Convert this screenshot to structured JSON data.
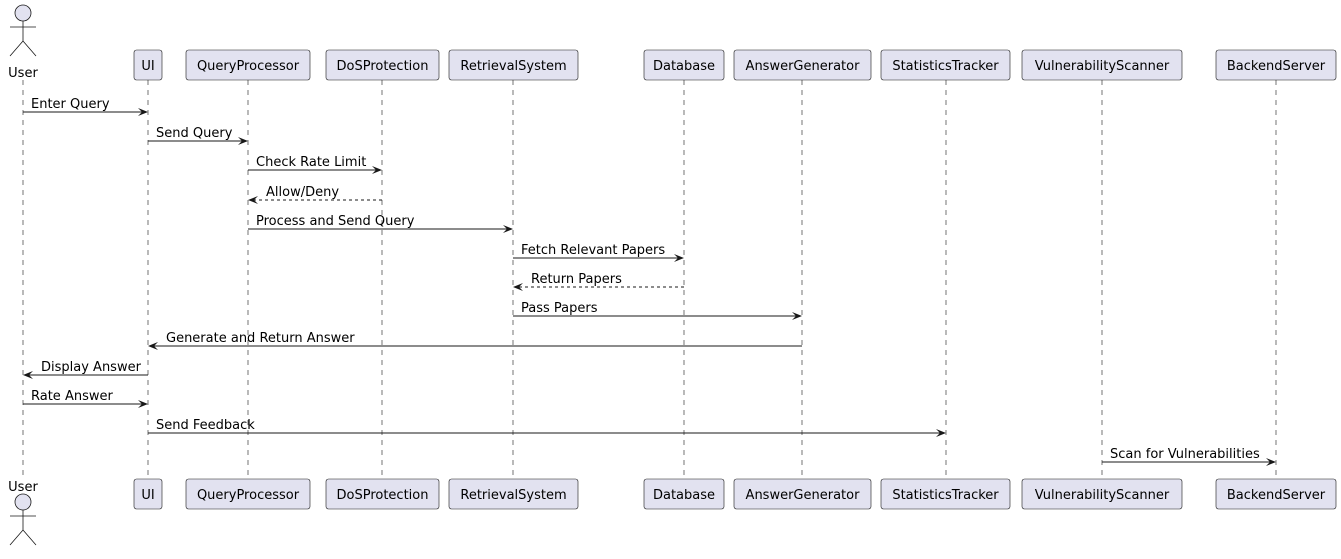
{
  "participants": [
    {
      "id": "user",
      "name": "User",
      "kind": "actor"
    },
    {
      "id": "ui",
      "name": "UI",
      "kind": "participant"
    },
    {
      "id": "qp",
      "name": "QueryProcessor",
      "kind": "participant"
    },
    {
      "id": "dos",
      "name": "DoSProtection",
      "kind": "participant"
    },
    {
      "id": "rs",
      "name": "RetrievalSystem",
      "kind": "participant"
    },
    {
      "id": "db",
      "name": "Database",
      "kind": "participant"
    },
    {
      "id": "ag",
      "name": "AnswerGenerator",
      "kind": "participant"
    },
    {
      "id": "st",
      "name": "StatisticsTracker",
      "kind": "participant"
    },
    {
      "id": "vs",
      "name": "VulnerabilityScanner",
      "kind": "participant"
    },
    {
      "id": "bs",
      "name": "BackendServer",
      "kind": "participant"
    }
  ],
  "messages": [
    {
      "from": "user",
      "to": "ui",
      "label": "Enter Query",
      "style": "solid"
    },
    {
      "from": "ui",
      "to": "qp",
      "label": "Send Query",
      "style": "solid"
    },
    {
      "from": "qp",
      "to": "dos",
      "label": "Check Rate Limit",
      "style": "solid"
    },
    {
      "from": "dos",
      "to": "qp",
      "label": "Allow/Deny",
      "style": "dashed"
    },
    {
      "from": "qp",
      "to": "rs",
      "label": "Process and Send Query",
      "style": "solid"
    },
    {
      "from": "rs",
      "to": "db",
      "label": "Fetch Relevant Papers",
      "style": "solid"
    },
    {
      "from": "db",
      "to": "rs",
      "label": "Return Papers",
      "style": "dashed"
    },
    {
      "from": "rs",
      "to": "ag",
      "label": "Pass Papers",
      "style": "solid"
    },
    {
      "from": "ag",
      "to": "ui",
      "label": "Generate and Return Answer",
      "style": "solid"
    },
    {
      "from": "ui",
      "to": "user",
      "label": "Display Answer",
      "style": "solid"
    },
    {
      "from": "user",
      "to": "ui",
      "label": "Rate Answer",
      "style": "solid"
    },
    {
      "from": "ui",
      "to": "st",
      "label": "Send Feedback",
      "style": "solid"
    },
    {
      "from": "vs",
      "to": "bs",
      "label": "Scan for Vulnerabilities",
      "style": "solid"
    }
  ],
  "colors": {
    "participant_fill": "#E2E2F0",
    "stroke": "#181818",
    "text": "#000000"
  }
}
